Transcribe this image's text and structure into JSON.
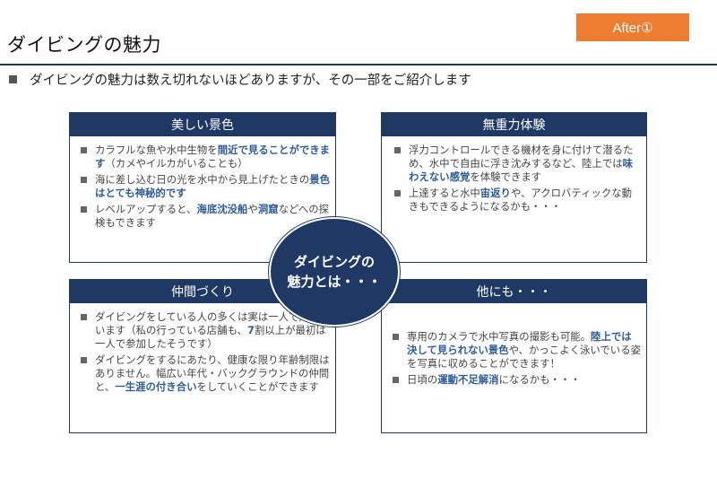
{
  "badge": "After①",
  "title": "ダイビングの魅力",
  "subtitle": "ダイビングの魅力は数え切れないほどありますが、その一部をご紹介します",
  "center": {
    "line1": "ダイビングの",
    "line2": "魅力とは・・・"
  },
  "cards": {
    "tl": {
      "title": "美しい景色",
      "items": [
        [
          "カラフルな魚や水中生物を",
          "間近で見ることができます",
          "（カメやイルカがいることも）"
        ],
        [
          "海に差し込む日の光を水中から見上げたときの",
          "景色はとても神秘的です",
          ""
        ],
        [
          "レベルアップすると、",
          "海底沈没船",
          "や",
          "洞窟",
          "などへの探検もできます"
        ]
      ]
    },
    "tr": {
      "title": "無重力体験",
      "items": [
        [
          "浮力コントロールできる機材を身に付けて潜るため、水中で自由に浮き沈みするなど、陸上では",
          "味わえない感覚",
          "を体験できます"
        ],
        [
          "上達すると水中",
          "宙返り",
          "や、アクロバティックな動きもできるようになるかも・・・"
        ]
      ]
    },
    "bl": {
      "title": "仲間づくり",
      "items": [
        [
          "ダイビングをしている人の多くは実は一人で始めています（私の行っている店舗も、",
          "7",
          "割以上が最初は一人で参加したそうです）"
        ],
        [
          "ダイビングをするにあたり、健康な限り年齢制限はありません。幅広い年代・バックグラウンドの仲間と、",
          "一生涯の付き合い",
          "をしていくことができます"
        ]
      ]
    },
    "br": {
      "title": "他にも・・・",
      "items": [
        [
          "専用のカメラで水中写真の撮影も可能。",
          "陸上では決して見られない景色",
          "や、かっこよく泳いでいる姿を写真に収めることができます！"
        ],
        [
          "日頃の",
          "運動不足解消",
          "になるかも・・・"
        ]
      ]
    }
  }
}
